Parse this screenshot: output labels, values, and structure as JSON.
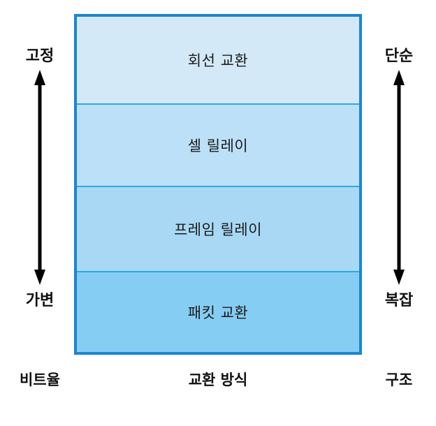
{
  "diagram": {
    "title_caption": "교환 방식",
    "left_axis": {
      "name": "비트율",
      "top_label": "고정",
      "bottom_label": "가변",
      "arrow": "double-headed-vertical-arrow"
    },
    "right_axis": {
      "name": "구조",
      "top_label": "단순",
      "bottom_label": "복잡",
      "arrow": "double-headed-vertical-arrow"
    },
    "bands": [
      {
        "label": "회선 교환",
        "fill": "#d4e9f7"
      },
      {
        "label": "셀 릴레이",
        "fill": "#bce0f7"
      },
      {
        "label": "프레임 릴레이",
        "fill": "#a8d8f4"
      },
      {
        "label": "패킷 교환",
        "fill": "#85cdf2"
      }
    ],
    "colors": {
      "outer_border": "#1b86d0",
      "divider": "#2aaae2",
      "text": "#1a1a1a",
      "arrow": "#000000",
      "background": "#ffffff"
    }
  }
}
